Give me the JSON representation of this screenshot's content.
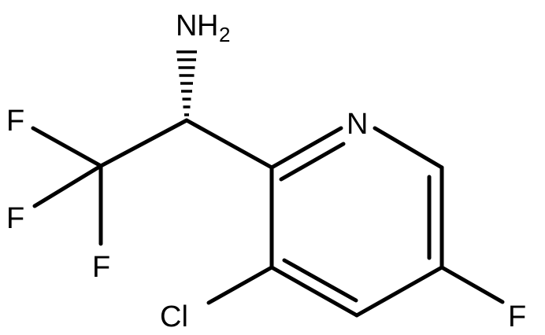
{
  "molecule": {
    "labels": {
      "amine_n": "N",
      "amine_h": "H",
      "amine_sub": "2",
      "fluorine_1": "F",
      "fluorine_2": "F",
      "fluorine_3": "F",
      "ring_nitrogen": "N",
      "chlorine": "Cl",
      "ring_fluorine": "F"
    },
    "colors": {
      "bond": "#000000",
      "label": "#000000",
      "background": "#ffffff"
    }
  }
}
